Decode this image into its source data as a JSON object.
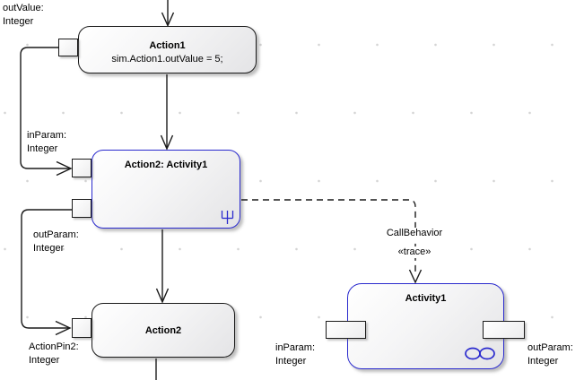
{
  "nodes": {
    "action1": {
      "title": "Action1",
      "body": "sim.Action1.outValue = 5;"
    },
    "call_action": {
      "title": "Action2: Activity1",
      "icon": "rake-icon"
    },
    "action2": {
      "title": "Action2"
    },
    "activity1": {
      "title": "Activity1",
      "icon": "linked-circles-icon"
    }
  },
  "pin_labels": {
    "out_value": {
      "line1": "outValue:",
      "line2": "Integer"
    },
    "in_param": {
      "line1": "inParam:",
      "line2": "Integer"
    },
    "out_param": {
      "line1": "outParam:",
      "line2": "Integer"
    },
    "action_pin2": {
      "line1": "ActionPin2:",
      "line2": "Integer"
    },
    "activity_in_param": {
      "line1": "inParam:",
      "line2": "Integer"
    },
    "activity_out_param": {
      "line1": "outParam:",
      "line2": "Integer"
    }
  },
  "connector_labels": {
    "call_behavior": "CallBehavior",
    "trace": "«trace»"
  },
  "colors": {
    "action_border": "#1a1a1a",
    "activity_border": "#2a2ace",
    "icon_blue": "#2a2ace",
    "connector_line": "#1a1a1a",
    "node_fill_top": "#ffffff",
    "node_fill_bottom": "#e4e4e6",
    "grid_dot": "#d4d4d4"
  }
}
